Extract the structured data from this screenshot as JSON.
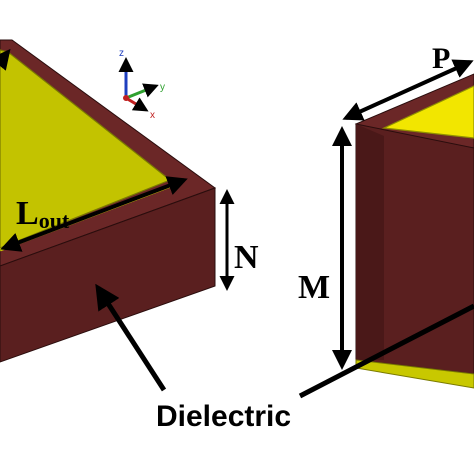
{
  "labels": {
    "l_out_main": "L",
    "l_out_sub": "out",
    "n": "N",
    "m": "M",
    "p": "P",
    "dielectric": "Dielectric"
  },
  "axes": {
    "z": "z",
    "y": "y",
    "x": "x"
  },
  "colors": {
    "dielectric": "#5a1f1f",
    "dielectric_dark": "#3d1414",
    "patch": "#bfbf00",
    "patch_edge": "#8f8f00",
    "axis_z": "#1f3fbf",
    "axis_y": "#2fa02f",
    "axis_x": "#c02020"
  }
}
